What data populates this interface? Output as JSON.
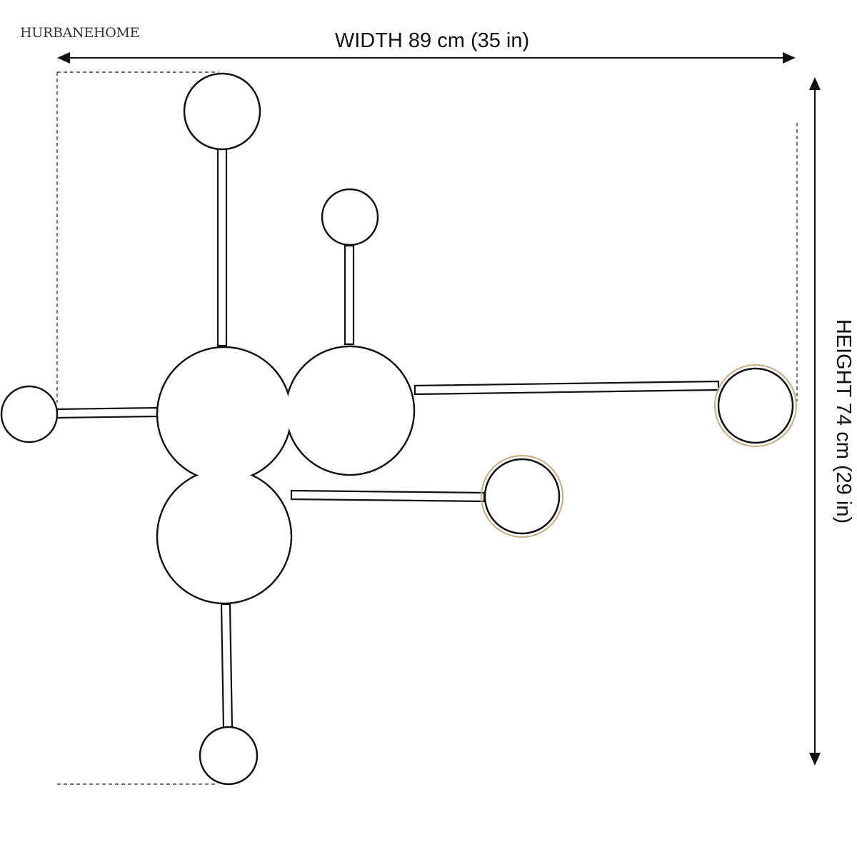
{
  "brand": {
    "logo_text": "HURBANEHOME"
  },
  "dimensions": {
    "width_label": "WIDTH 89 cm (35 in)",
    "height_label": "HEIGHT 74 cm (29 in)"
  },
  "colors": {
    "line": "#111111",
    "accent_halo": "#c9ab7c",
    "background": "#ffffff"
  }
}
